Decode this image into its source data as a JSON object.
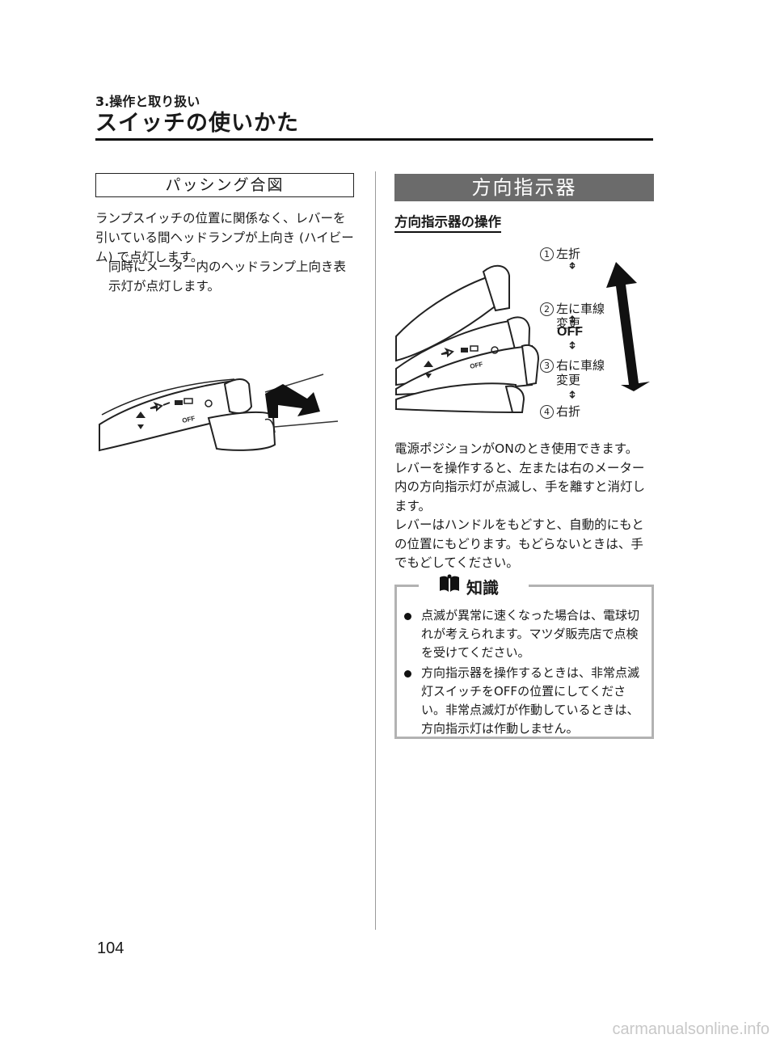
{
  "header": {
    "chapter": "3.操作と取り扱い",
    "title": "スイッチの使いかた"
  },
  "passing": {
    "heading": "パッシング合図",
    "text": "ランプスイッチの位置に関係なく、レバーを引いている間ヘッドランプが上向き (ハイビーム) で点灯します。",
    "note": "同時にメーター内のヘッドランプ上向き表示灯が点灯します。",
    "figure_icon_text": "OFF"
  },
  "turn": {
    "heading": "方向指示器",
    "subheading": "方向指示器の操作",
    "labels": [
      {
        "num": "1",
        "text": "左折"
      },
      {
        "num": "2",
        "text": "左に車線\n変更"
      },
      {
        "num": "",
        "text": "OFF"
      },
      {
        "num": "3",
        "text": "右に車線\n変更"
      },
      {
        "num": "4",
        "text": "右折"
      }
    ],
    "figure_icon_text": "OFF",
    "body": "電源ポジションがONのとき使用できます。\nレバーを操作すると、左または右のメーター内の方向指示灯が点滅し、手を離すと消灯します。\nレバーはハンドルをもどすと、自動的にもとの位置にもどります。もどらないときは、手でもどしてください。"
  },
  "knowledge": {
    "title": "知識",
    "bullets": [
      "点滅が異常に速くなった場合は、電球切れが考えられます。マツダ販売店で点検を受けてください。",
      "方向指示器を操作するときは、非常点滅灯スイッチをOFFの位置にしてください。非常点滅灯が作動しているときは、方向指示灯は作動しません。"
    ]
  },
  "page_number": "104",
  "footer": "carmanualsonline.info"
}
